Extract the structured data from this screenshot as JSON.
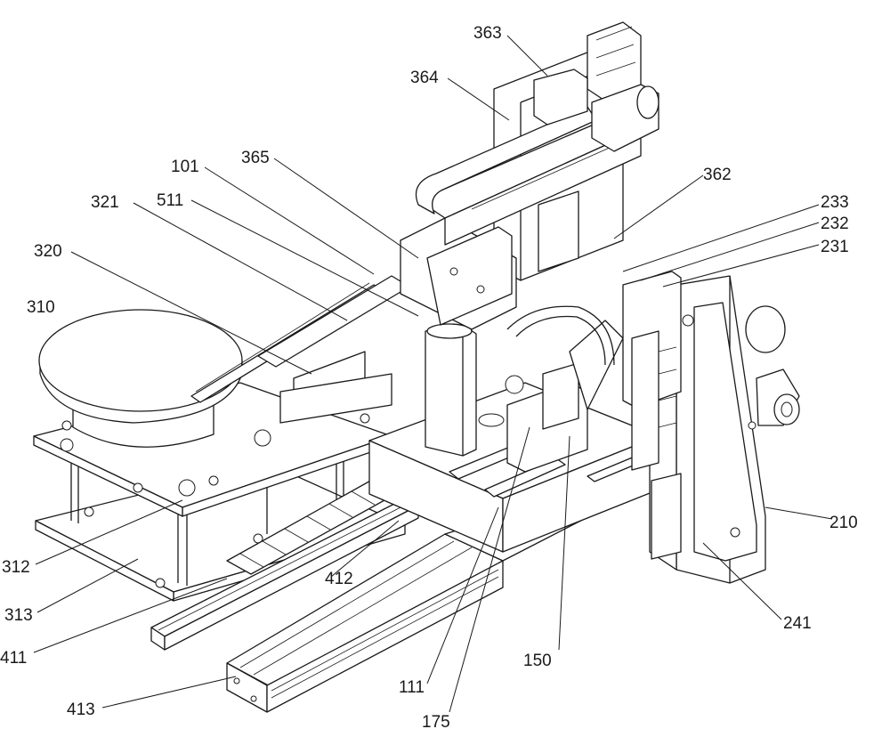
{
  "labels": [
    {
      "text": "363"
    },
    {
      "text": "364"
    },
    {
      "text": "365"
    },
    {
      "text": "101"
    },
    {
      "text": "511"
    },
    {
      "text": "321"
    },
    {
      "text": "320"
    },
    {
      "text": "310"
    },
    {
      "text": "362"
    },
    {
      "text": "233"
    },
    {
      "text": "232"
    },
    {
      "text": "231"
    },
    {
      "text": "210"
    },
    {
      "text": "241"
    },
    {
      "text": "150"
    },
    {
      "text": "175"
    },
    {
      "text": "111"
    },
    {
      "text": "412"
    },
    {
      "text": "411"
    },
    {
      "text": "413"
    },
    {
      "text": "312"
    },
    {
      "text": "313"
    }
  ]
}
